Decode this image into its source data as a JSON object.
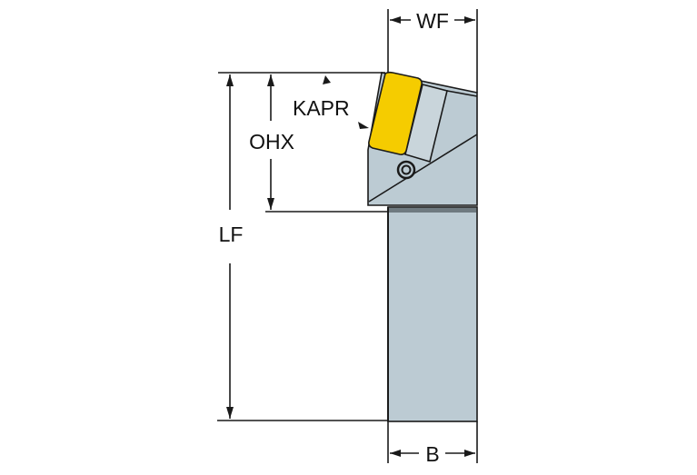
{
  "diagram": {
    "type": "turning tool holder dimension drawing",
    "labels": {
      "wf": "WF",
      "ohx": "OHX",
      "kapr": "KAPR",
      "lf": "LF",
      "b": "B"
    },
    "colors": {
      "insert": "#f5cc00",
      "body": "#bccbd3",
      "shank_shadow": "#6f7a80",
      "line": "#1a1a1a",
      "background": "#ffffff"
    }
  }
}
